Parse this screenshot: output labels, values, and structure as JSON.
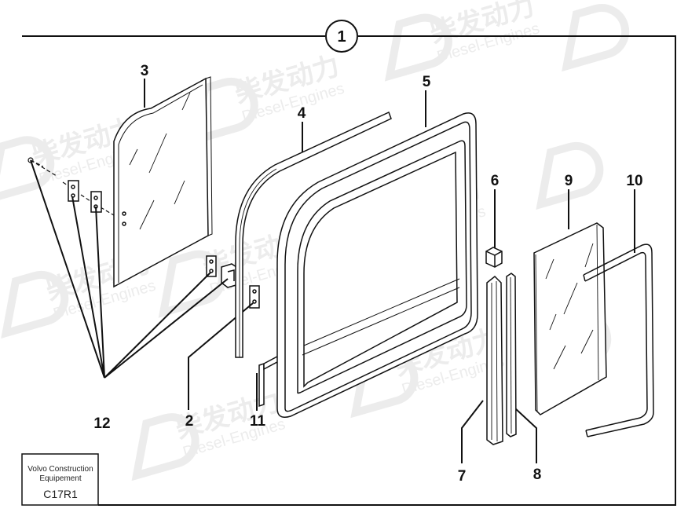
{
  "diagram": {
    "group_number": "1",
    "callouts": {
      "p2": "2",
      "p3": "3",
      "p4": "4",
      "p5": "5",
      "p6": "6",
      "p7": "7",
      "p8": "8",
      "p9": "9",
      "p10": "10",
      "p11": "11",
      "p12": "12"
    }
  },
  "title_block": {
    "company_line1": "Volvo Construction",
    "company_line2": "Equipement",
    "code": "C17R1"
  },
  "watermark": {
    "brand_cn": "柴发动力",
    "brand_en": "Diesel-Engines"
  }
}
